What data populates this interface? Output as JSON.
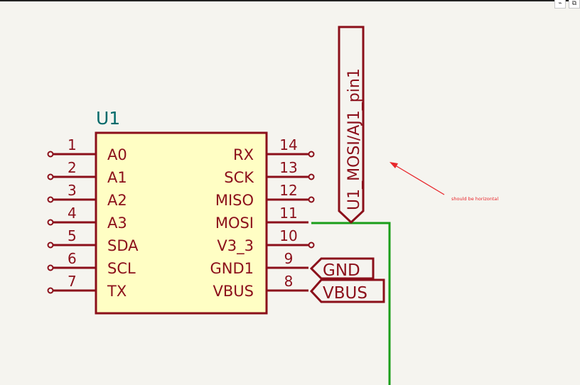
{
  "component": {
    "reference": "U1",
    "left_pins": [
      {
        "number": "1",
        "name": "A0"
      },
      {
        "number": "2",
        "name": "A1"
      },
      {
        "number": "3",
        "name": "A2"
      },
      {
        "number": "4",
        "name": "A3"
      },
      {
        "number": "5",
        "name": "SDA"
      },
      {
        "number": "6",
        "name": "SCL"
      },
      {
        "number": "7",
        "name": "TX"
      }
    ],
    "right_pins": [
      {
        "number": "14",
        "name": "RX"
      },
      {
        "number": "13",
        "name": "SCK"
      },
      {
        "number": "12",
        "name": "MISO"
      },
      {
        "number": "11",
        "name": "MOSI"
      },
      {
        "number": "10",
        "name": "V3_3"
      },
      {
        "number": "9",
        "name": "GND1"
      },
      {
        "number": "8",
        "name": "VBUS"
      }
    ]
  },
  "labels": {
    "vertical_label": "U1_MOSI/AJ1_pin1",
    "gnd_label": "GND",
    "vbus_label": "VBUS"
  },
  "annotation": {
    "text": "should be horizontal",
    "color": "#e8262b"
  },
  "colors": {
    "symbol": "#8b0f1a",
    "body_fill": "#fffec4",
    "reference": "#006a6a",
    "wire": "#1a9e1a",
    "background": "#f5f4ef"
  },
  "toolbar": {
    "icon_1": "⌁",
    "icon_2": "⧉"
  }
}
